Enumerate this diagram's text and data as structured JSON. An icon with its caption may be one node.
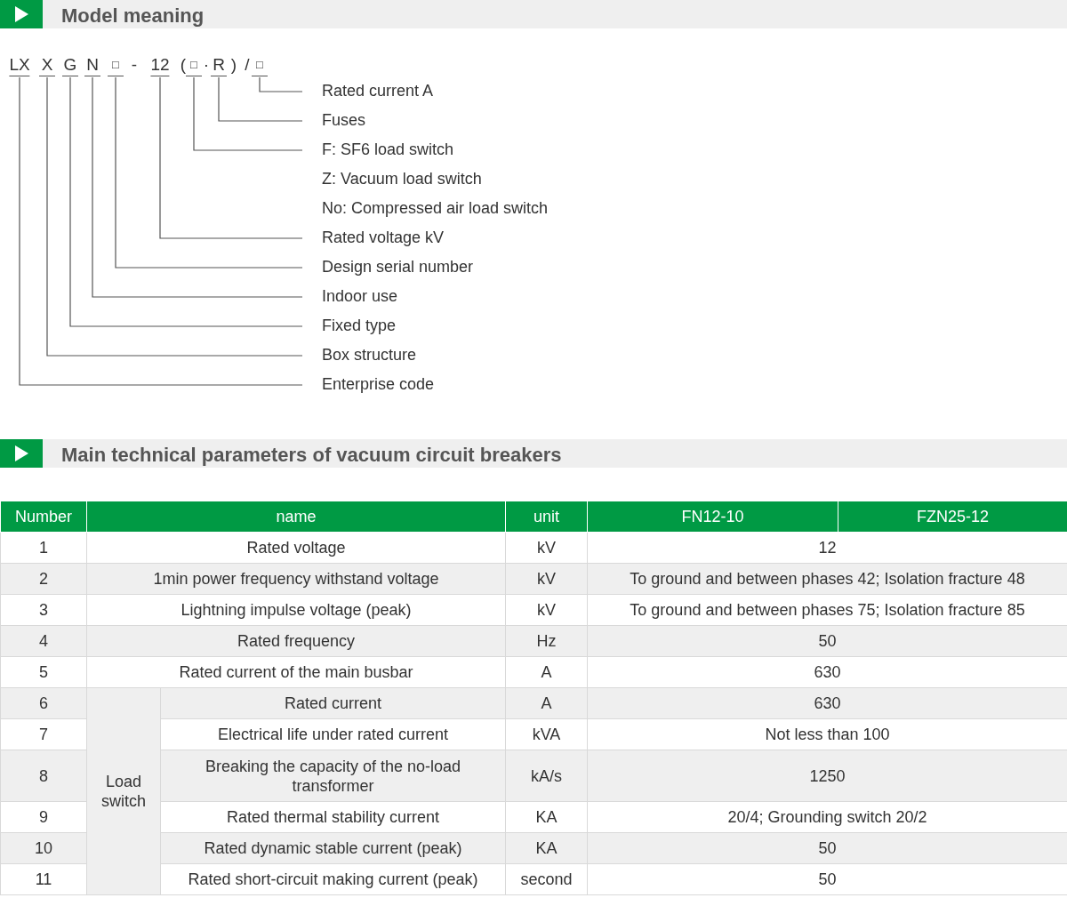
{
  "diagram": {
    "nodes": [
      {
        "text": [
          "LX"
        ]
      },
      {
        "text": [
          "X"
        ]
      },
      {
        "text": [
          "G"
        ]
      },
      {
        "text": [
          "N"
        ]
      },
      {
        "text": [
          "□"
        ]
      },
      {
        "text": [
          "12"
        ]
      },
      {
        "text": [
          "□"
        ]
      },
      {
        "text": [
          "R"
        ]
      },
      {
        "text": [
          "□"
        ]
      },
      {
        "text": [
          "Rated current A"
        ]
      },
      {
        "text": [
          "Fuses"
        ]
      },
      {
        "text": [
          "F: SF6 load switch"
        ]
      },
      {
        "text": [
          "Rated voltage kV"
        ]
      },
      {
        "text": [
          "Design serial number"
        ]
      },
      {
        "text": [
          "Indoor use"
        ]
      },
      {
        "text": [
          "Fixed type"
        ]
      },
      {
        "text": [
          "Box structure"
        ]
      },
      {
        "text": [
          "Enterprise code"
        ]
      }
    ],
    "edges": [
      {
        "from": 8,
        "to": 9,
        "arrow": "none"
      },
      {
        "from": 7,
        "to": 10,
        "arrow": "none"
      },
      {
        "from": 6,
        "to": 11,
        "arrow": "none"
      },
      {
        "from": 5,
        "to": 12,
        "arrow": "none"
      },
      {
        "from": 4,
        "to": 13,
        "arrow": "none"
      },
      {
        "from": 3,
        "to": 14,
        "arrow": "none"
      },
      {
        "from": 2,
        "to": 15,
        "arrow": "none"
      },
      {
        "from": 1,
        "to": 16,
        "arrow": "none"
      },
      {
        "from": 0,
        "to": 17,
        "arrow": "none"
      }
    ],
    "labels": [
      "Model meaning",
      "-",
      "(",
      "·",
      ")",
      "/",
      "Z: Vacuum load switch",
      "No: Compressed air load switch",
      "Main technical parameters of vacuum circuit breakers",
      "Number",
      "name",
      "unit",
      "FN12-10",
      "FZN25-12",
      "1",
      "Rated voltage",
      "kV",
      "12",
      "2",
      "1min power frequency withstand voltage",
      "kV",
      "To ground and between phases 42; Isolation fracture 48",
      "3",
      "Lightning impulse voltage (peak)",
      "kV",
      "To ground and between phases 75; Isolation fracture 85",
      "4",
      "Rated frequency",
      "Hz",
      "50",
      "5",
      "Rated current of the main busbar",
      "A",
      "630",
      "6",
      "Load switch",
      "Rated current",
      "A",
      "630",
      "7",
      "Electrical life under rated current",
      "kVA",
      "Not less than 100",
      "8",
      "Breaking the capacity of the no-load transformer",
      "kA/s",
      "1250",
      "9",
      "Rated thermal stability current",
      "KA",
      "20/4; Grounding switch 20/2",
      "10",
      "Rated dynamic stable current (peak)",
      "KA",
      "50",
      "11",
      "Rated short-circuit making current (peak)",
      "second",
      "50"
    ]
  }
}
